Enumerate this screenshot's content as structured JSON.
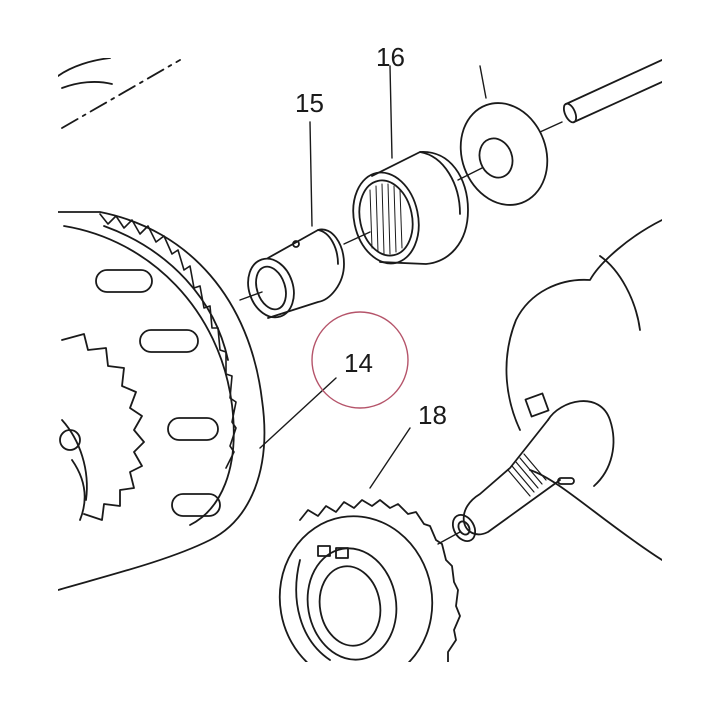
{
  "callouts": {
    "part_14": "14",
    "part_15": "15",
    "part_16": "16",
    "part_18": "18"
  },
  "highlight": {
    "target": "part_14",
    "color": "#b5546a"
  },
  "colors": {
    "line": "#1a1a1a",
    "fill": "#ffffff"
  }
}
